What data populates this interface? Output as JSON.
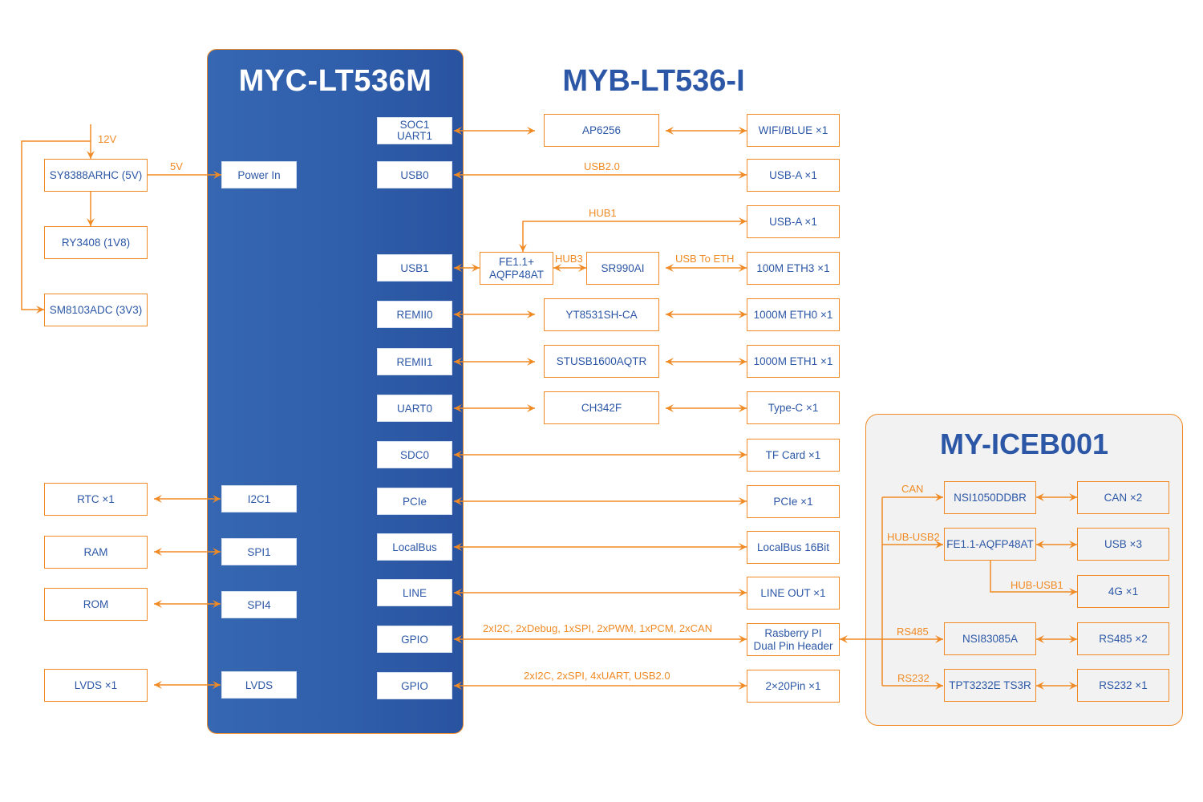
{
  "titles": {
    "som": "MYC-LT536M",
    "board": "MYB-LT536-I",
    "expansion": "MY-ICEB001"
  },
  "colors": {
    "accent_orange": "#f08a24",
    "brand_blue": "#2c57a6",
    "panel_gray": "#f2f2f2"
  },
  "power": {
    "input_label": "12V",
    "regulators": [
      "SY8388ARHC (5V)",
      "RY3408 (1V8)",
      "SM8103ADC (3V3)"
    ],
    "output_label": "5V",
    "power_in": "Power In"
  },
  "left_peripherals": [
    {
      "device": "RTC ×1",
      "interface": "I2C1"
    },
    {
      "device": "RAM",
      "interface": "SPI1"
    },
    {
      "device": "ROM",
      "interface": "SPI4"
    },
    {
      "device": "LVDS ×1",
      "interface": "LVDS"
    }
  ],
  "som_interfaces": [
    "SOC1\nUART1",
    "USB0",
    "USB1",
    "REMII0",
    "REMII1",
    "UART0",
    "SDC0",
    "PCIe",
    "LocalBus",
    "LINE",
    "GPIO",
    "GPIO"
  ],
  "bridge_chips": {
    "ap6256": "AP6256",
    "hub": "FE1.1+\nAQFP48AT",
    "sr990ai": "SR990AI",
    "yt8531": "YT8531SH-CA",
    "stusb": "STUSB1600AQTR",
    "ch342f": "CH342F"
  },
  "connectors": [
    "WIFI/BLUE ×1",
    "USB-A ×1",
    "USB-A ×1",
    "100M ETH3 ×1",
    "1000M ETH0 ×1",
    "1000M ETH1 ×1",
    "Type-C ×1",
    "TF Card ×1",
    "PCIe ×1",
    "LocalBus 16Bit",
    "LINE OUT ×1",
    "Rasberry PI\nDual Pin Header",
    "2×20Pin ×1"
  ],
  "link_labels": {
    "usb2": "USB2.0",
    "hub1": "HUB1",
    "hub3": "HUB3",
    "usb_eth": "USB To ETH",
    "gpio1": "2xI2C, 2xDebug, 1xSPI, 2xPWM, 1xPCM, 2xCAN",
    "gpio2": "2xI2C, 2xSPI, 4xUART, USB2.0"
  },
  "expansion": {
    "bus_labels": [
      "CAN",
      "HUB-USB2",
      "HUB-USB1",
      "RS485",
      "RS232"
    ],
    "chips": [
      "NSI1050DDBR",
      "FE1.1-AQFP48AT",
      "NSI83085A",
      "TPT3232E TS3R"
    ],
    "ports": [
      "CAN ×2",
      "USB ×3",
      "4G ×1",
      "RS485 ×2",
      "RS232 ×1"
    ]
  }
}
